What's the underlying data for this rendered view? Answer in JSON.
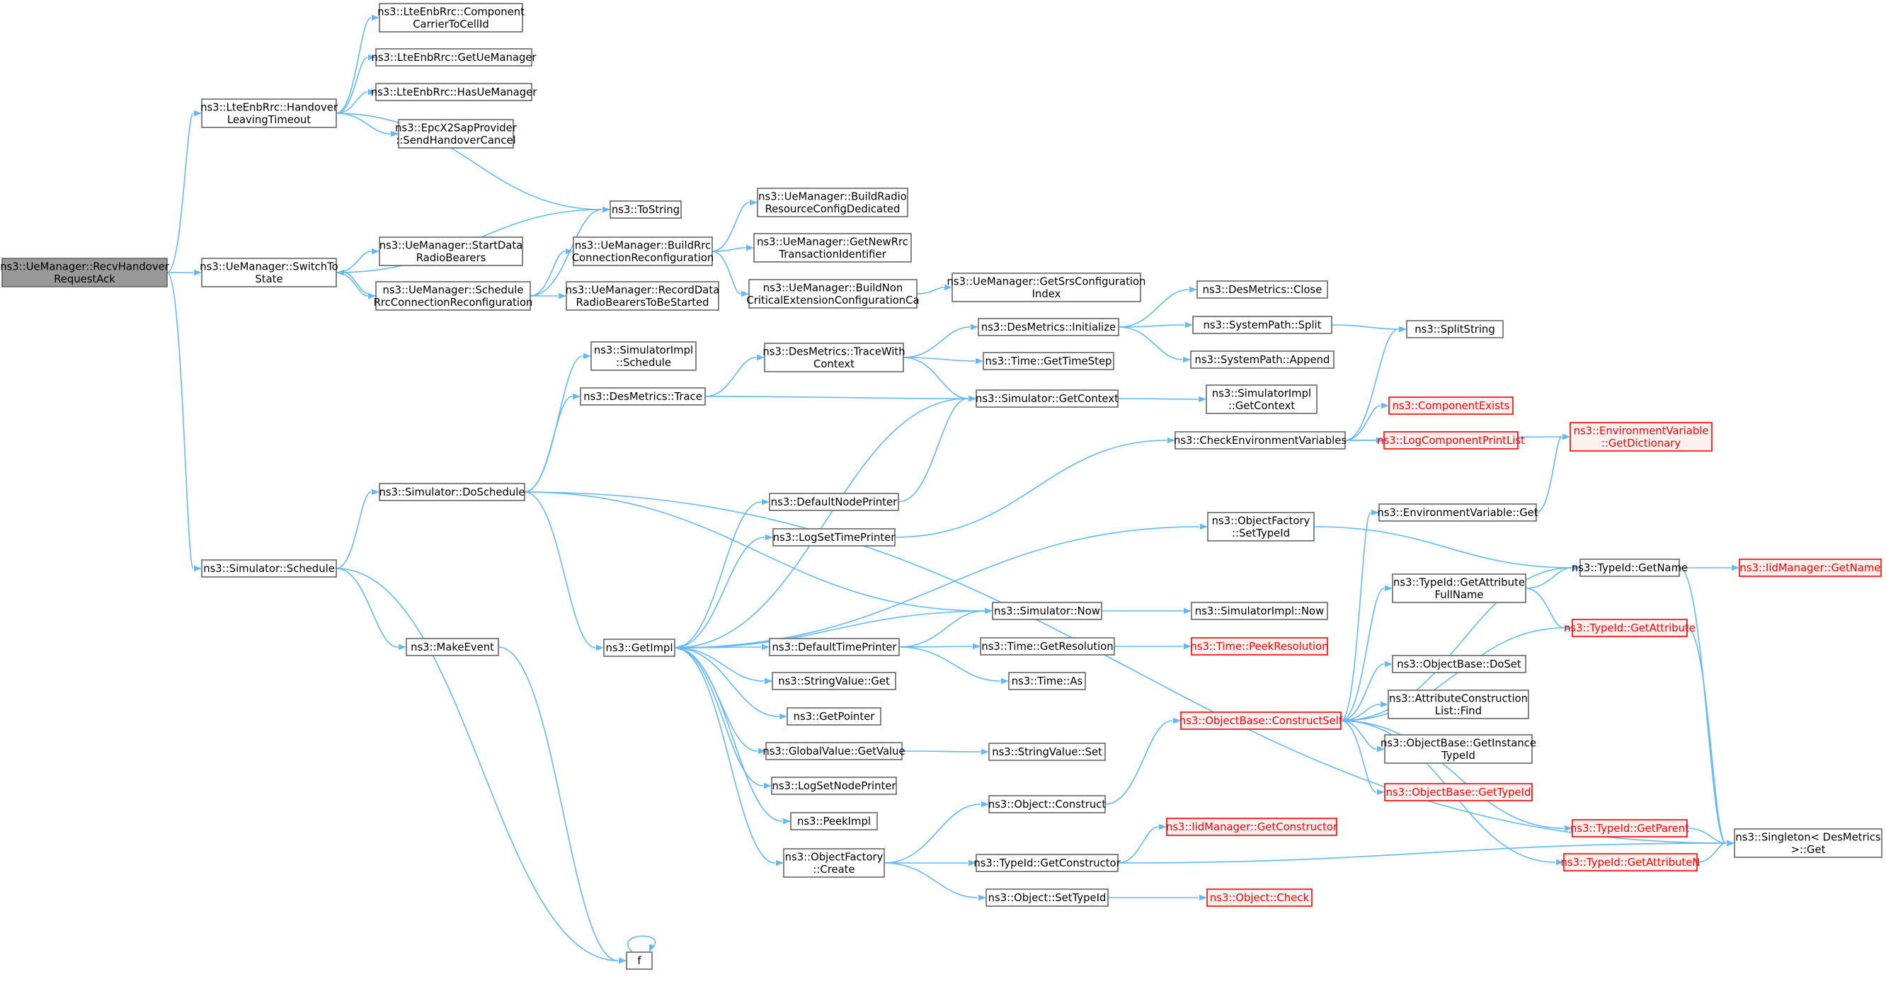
{
  "colors": {
    "edge": "#63b8ff",
    "node_border": "#666666",
    "node_fill": "#ffffff",
    "root_fill": "#999999",
    "truncated_border": "#ff0000",
    "truncated_fill": "#fff0f0"
  },
  "nodes": [
    {
      "id": "recvHandover",
      "lines": [
        "ns3::UeManager::RecvHandover",
        "RequestAck"
      ],
      "root": true
    },
    {
      "id": "handoverLeaving",
      "lines": [
        "ns3::LteEnbRrc::Handover",
        "LeavingTimeout"
      ]
    },
    {
      "id": "componentCarrier",
      "lines": [
        "ns3::LteEnbRrc::Component",
        "CarrierToCellId"
      ]
    },
    {
      "id": "getUeManager",
      "lines": [
        "ns3::LteEnbRrc::GetUeManager"
      ]
    },
    {
      "id": "hasUeManager",
      "lines": [
        "ns3::LteEnbRrc::HasUeManager"
      ]
    },
    {
      "id": "sendHandoverCancel",
      "lines": [
        "ns3::EpcX2SapProvider",
        "::SendHandoverCancel"
      ]
    },
    {
      "id": "toString",
      "lines": [
        "ns3::ToString"
      ]
    },
    {
      "id": "switchToState",
      "lines": [
        "ns3::UeManager::SwitchTo",
        "State"
      ]
    },
    {
      "id": "startData",
      "lines": [
        "ns3::UeManager::StartData",
        "RadioBearers"
      ]
    },
    {
      "id": "scheduleRrc",
      "lines": [
        "ns3::UeManager::Schedule",
        "RrcConnectionReconfiguration"
      ]
    },
    {
      "id": "buildRrc",
      "lines": [
        "ns3::UeManager::BuildRrc",
        "ConnectionReconfiguration"
      ]
    },
    {
      "id": "recordData",
      "lines": [
        "ns3::UeManager::RecordData",
        "RadioBearersToBeStarted"
      ]
    },
    {
      "id": "buildRadio",
      "lines": [
        "ns3::UeManager::BuildRadio",
        "ResourceConfigDedicated"
      ]
    },
    {
      "id": "getNewRrc",
      "lines": [
        "ns3::UeManager::GetNewRrc",
        "TransactionIdentifier"
      ]
    },
    {
      "id": "buildNon",
      "lines": [
        "ns3::UeManager::BuildNon",
        "CriticalExtensionConfigurationCa"
      ]
    },
    {
      "id": "getSrs",
      "lines": [
        "ns3::UeManager::GetSrsConfiguration",
        "Index"
      ]
    },
    {
      "id": "simSchedule",
      "lines": [
        "ns3::Simulator::Schedule"
      ]
    },
    {
      "id": "makeEvent",
      "lines": [
        "ns3::MakeEvent"
      ]
    },
    {
      "id": "doSchedule",
      "lines": [
        "ns3::Simulator::DoSchedule"
      ]
    },
    {
      "id": "simImplSchedule",
      "lines": [
        "ns3::SimulatorImpl",
        "::Schedule"
      ]
    },
    {
      "id": "desTrace",
      "lines": [
        "ns3::DesMetrics::Trace"
      ]
    },
    {
      "id": "traceWith",
      "lines": [
        "ns3::DesMetrics::TraceWith",
        "Context"
      ]
    },
    {
      "id": "desInit",
      "lines": [
        "ns3::DesMetrics::Initialize"
      ]
    },
    {
      "id": "desClose",
      "lines": [
        "ns3::DesMetrics::Close"
      ]
    },
    {
      "id": "sysSplit",
      "lines": [
        "ns3::SystemPath::Split"
      ]
    },
    {
      "id": "sysAppend",
      "lines": [
        "ns3::SystemPath::Append"
      ]
    },
    {
      "id": "splitString",
      "lines": [
        "ns3::SplitString"
      ]
    },
    {
      "id": "getTimeStep",
      "lines": [
        "ns3::Time::GetTimeStep"
      ]
    },
    {
      "id": "getContext",
      "lines": [
        "ns3::Simulator::GetContext"
      ]
    },
    {
      "id": "implGetContext",
      "lines": [
        "ns3::SimulatorImpl",
        "::GetContext"
      ]
    },
    {
      "id": "checkEnv",
      "lines": [
        "ns3::CheckEnvironmentVariables"
      ]
    },
    {
      "id": "componentExists",
      "lines": [
        "ns3::ComponentExists"
      ],
      "truncated": true
    },
    {
      "id": "logComponentPrint",
      "lines": [
        "ns3::LogComponentPrintList"
      ],
      "truncated": true
    },
    {
      "id": "envGetDictionary",
      "lines": [
        "ns3::EnvironmentVariable",
        "::GetDictionary"
      ],
      "truncated": true
    },
    {
      "id": "getImpl",
      "lines": [
        "ns3::GetImpl"
      ]
    },
    {
      "id": "defaultNodePrinter",
      "lines": [
        "ns3::DefaultNodePrinter"
      ]
    },
    {
      "id": "logSetTimePrinter",
      "lines": [
        "ns3::LogSetTimePrinter"
      ]
    },
    {
      "id": "objFactorySetTypeId",
      "lines": [
        "ns3::ObjectFactory",
        "::SetTypeId"
      ]
    },
    {
      "id": "envGet",
      "lines": [
        "ns3::EnvironmentVariable::Get"
      ]
    },
    {
      "id": "typeIdGetName",
      "lines": [
        "ns3::TypeId::GetName"
      ]
    },
    {
      "id": "iidGetName",
      "lines": [
        "ns3::IidManager::GetName"
      ],
      "truncated": true
    },
    {
      "id": "getAttrFullName",
      "lines": [
        "ns3::TypeId::GetAttribute",
        "FullName"
      ]
    },
    {
      "id": "simNow",
      "lines": [
        "ns3::Simulator::Now"
      ]
    },
    {
      "id": "implNow",
      "lines": [
        "ns3::SimulatorImpl::Now"
      ]
    },
    {
      "id": "typeIdGetAttribute",
      "lines": [
        "ns3::TypeId::GetAttribute"
      ],
      "truncated": true
    },
    {
      "id": "defaultTimePrinter",
      "lines": [
        "ns3::DefaultTimePrinter"
      ]
    },
    {
      "id": "getResolution",
      "lines": [
        "ns3::Time::GetResolution"
      ]
    },
    {
      "id": "peekResolution",
      "lines": [
        "ns3::Time::PeekResolution"
      ],
      "truncated": true
    },
    {
      "id": "stringValueGet",
      "lines": [
        "ns3::StringValue::Get"
      ]
    },
    {
      "id": "timeAs",
      "lines": [
        "ns3::Time::As"
      ]
    },
    {
      "id": "objBaseDoSet",
      "lines": [
        "ns3::ObjectBase::DoSet"
      ]
    },
    {
      "id": "constructSelf",
      "lines": [
        "ns3::ObjectBase::ConstructSelf"
      ],
      "truncated": true
    },
    {
      "id": "attrConstrFind",
      "lines": [
        "ns3::AttributeConstruction",
        "List::Find"
      ]
    },
    {
      "id": "getPointer",
      "lines": [
        "ns3::GetPointer"
      ]
    },
    {
      "id": "globalValueGet",
      "lines": [
        "ns3::GlobalValue::GetValue"
      ]
    },
    {
      "id": "stringValueSet",
      "lines": [
        "ns3::StringValue::Set"
      ]
    },
    {
      "id": "getInstanceTypeId",
      "lines": [
        "ns3::ObjectBase::GetInstance",
        "TypeId"
      ]
    },
    {
      "id": "logSetNodePrinter",
      "lines": [
        "ns3::LogSetNodePrinter"
      ]
    },
    {
      "id": "objBaseGetTypeId",
      "lines": [
        "ns3::ObjectBase::GetTypeId"
      ],
      "truncated": true
    },
    {
      "id": "objConstruct",
      "lines": [
        "ns3::Object::Construct"
      ]
    },
    {
      "id": "peekImpl",
      "lines": [
        "ns3::PeekImpl"
      ]
    },
    {
      "id": "iidGetConstructor",
      "lines": [
        "ns3::IidManager::GetConstructor"
      ],
      "truncated": true
    },
    {
      "id": "typeIdGetParent",
      "lines": [
        "ns3::TypeId::GetParent"
      ],
      "truncated": true
    },
    {
      "id": "singletonGet",
      "lines": [
        "ns3::Singleton< DesMetrics",
        " >::Get"
      ]
    },
    {
      "id": "objFactoryCreate",
      "lines": [
        "ns3::ObjectFactory",
        "::Create"
      ]
    },
    {
      "id": "typeIdGetConstructor",
      "lines": [
        "ns3::TypeId::GetConstructor"
      ]
    },
    {
      "id": "typeIdGetAttributeN",
      "lines": [
        "ns3::TypeId::GetAttributeN"
      ],
      "truncated": true
    },
    {
      "id": "objSetTypeId",
      "lines": [
        "ns3::Object::SetTypeId"
      ]
    },
    {
      "id": "objCheck",
      "lines": [
        "ns3::Object::Check"
      ],
      "truncated": true
    },
    {
      "id": "f",
      "lines": [
        "f"
      ]
    }
  ],
  "edges": [
    [
      "recvHandover",
      "handoverLeaving"
    ],
    [
      "recvHandover",
      "switchToState"
    ],
    [
      "recvHandover",
      "simSchedule"
    ],
    [
      "handoverLeaving",
      "componentCarrier"
    ],
    [
      "handoverLeaving",
      "getUeManager"
    ],
    [
      "handoverLeaving",
      "hasUeManager"
    ],
    [
      "handoverLeaving",
      "sendHandoverCancel"
    ],
    [
      "handoverLeaving",
      "toString"
    ],
    [
      "switchToState",
      "toString"
    ],
    [
      "switchToState",
      "startData"
    ],
    [
      "switchToState",
      "scheduleRrc"
    ],
    [
      "scheduleRrc",
      "switchToState"
    ],
    [
      "scheduleRrc",
      "toString"
    ],
    [
      "scheduleRrc",
      "buildRrc"
    ],
    [
      "scheduleRrc",
      "recordData"
    ],
    [
      "buildRrc",
      "buildRadio"
    ],
    [
      "buildRrc",
      "getNewRrc"
    ],
    [
      "buildRrc",
      "buildNon"
    ],
    [
      "buildNon",
      "getSrs"
    ],
    [
      "simSchedule",
      "doSchedule"
    ],
    [
      "simSchedule",
      "makeEvent"
    ],
    [
      "simSchedule",
      "f"
    ],
    [
      "makeEvent",
      "f"
    ],
    [
      "f",
      "f"
    ],
    [
      "doSchedule",
      "simImplSchedule"
    ],
    [
      "doSchedule",
      "desTrace"
    ],
    [
      "doSchedule",
      "simNow"
    ],
    [
      "doSchedule",
      "getImpl"
    ],
    [
      "doSchedule",
      "singletonGet"
    ],
    [
      "desTrace",
      "traceWith"
    ],
    [
      "desTrace",
      "getContext"
    ],
    [
      "traceWith",
      "desInit"
    ],
    [
      "traceWith",
      "getTimeStep"
    ],
    [
      "traceWith",
      "getContext"
    ],
    [
      "desInit",
      "desClose"
    ],
    [
      "desInit",
      "sysSplit"
    ],
    [
      "desInit",
      "sysAppend"
    ],
    [
      "sysSplit",
      "splitString"
    ],
    [
      "getContext",
      "implGetContext"
    ],
    [
      "checkEnv",
      "splitString"
    ],
    [
      "checkEnv",
      "envGetDictionary"
    ],
    [
      "checkEnv",
      "componentExists"
    ],
    [
      "checkEnv",
      "logComponentPrint"
    ],
    [
      "getImpl",
      "getContext"
    ],
    [
      "getImpl",
      "defaultNodePrinter"
    ],
    [
      "getImpl",
      "logSetTimePrinter"
    ],
    [
      "getImpl",
      "objFactorySetTypeId"
    ],
    [
      "getImpl",
      "defaultTimePrinter"
    ],
    [
      "getImpl",
      "stringValueGet"
    ],
    [
      "getImpl",
      "getPointer"
    ],
    [
      "getImpl",
      "globalValueGet"
    ],
    [
      "getImpl",
      "logSetNodePrinter"
    ],
    [
      "getImpl",
      "peekImpl"
    ],
    [
      "getImpl",
      "objFactoryCreate"
    ],
    [
      "defaultNodePrinter",
      "getContext"
    ],
    [
      "logSetTimePrinter",
      "checkEnv"
    ],
    [
      "objFactorySetTypeId",
      "typeIdGetName"
    ],
    [
      "envGet",
      "envGetDictionary"
    ],
    [
      "typeIdGetName",
      "iidGetName"
    ],
    [
      "typeIdGetName",
      "singletonGet"
    ],
    [
      "getAttrFullName",
      "typeIdGetName"
    ],
    [
      "getAttrFullName",
      "typeIdGetAttribute"
    ],
    [
      "simNow",
      "implNow"
    ],
    [
      "simNow",
      "getImpl"
    ],
    [
      "defaultTimePrinter",
      "simNow"
    ],
    [
      "defaultTimePrinter",
      "getResolution"
    ],
    [
      "defaultTimePrinter",
      "timeAs"
    ],
    [
      "getResolution",
      "peekResolution"
    ],
    [
      "typeIdGetAttribute",
      "singletonGet"
    ],
    [
      "globalValueGet",
      "stringValueSet"
    ],
    [
      "constructSelf",
      "envGet"
    ],
    [
      "constructSelf",
      "typeIdGetName"
    ],
    [
      "constructSelf",
      "getAttrFullName"
    ],
    [
      "constructSelf",
      "typeIdGetAttribute"
    ],
    [
      "constructSelf",
      "objBaseDoSet"
    ],
    [
      "constructSelf",
      "attrConstrFind"
    ],
    [
      "constructSelf",
      "getInstanceTypeId"
    ],
    [
      "constructSelf",
      "objBaseGetTypeId"
    ],
    [
      "constructSelf",
      "typeIdGetParent"
    ],
    [
      "constructSelf",
      "typeIdGetAttributeN"
    ],
    [
      "objConstruct",
      "constructSelf"
    ],
    [
      "typeIdGetParent",
      "singletonGet"
    ],
    [
      "typeIdGetAttributeN",
      "singletonGet"
    ],
    [
      "objFactoryCreate",
      "objConstruct"
    ],
    [
      "objFactoryCreate",
      "typeIdGetConstructor"
    ],
    [
      "objFactoryCreate",
      "objSetTypeId"
    ],
    [
      "typeIdGetConstructor",
      "iidGetConstructor"
    ],
    [
      "typeIdGetConstructor",
      "singletonGet"
    ],
    [
      "objSetTypeId",
      "objCheck"
    ]
  ]
}
